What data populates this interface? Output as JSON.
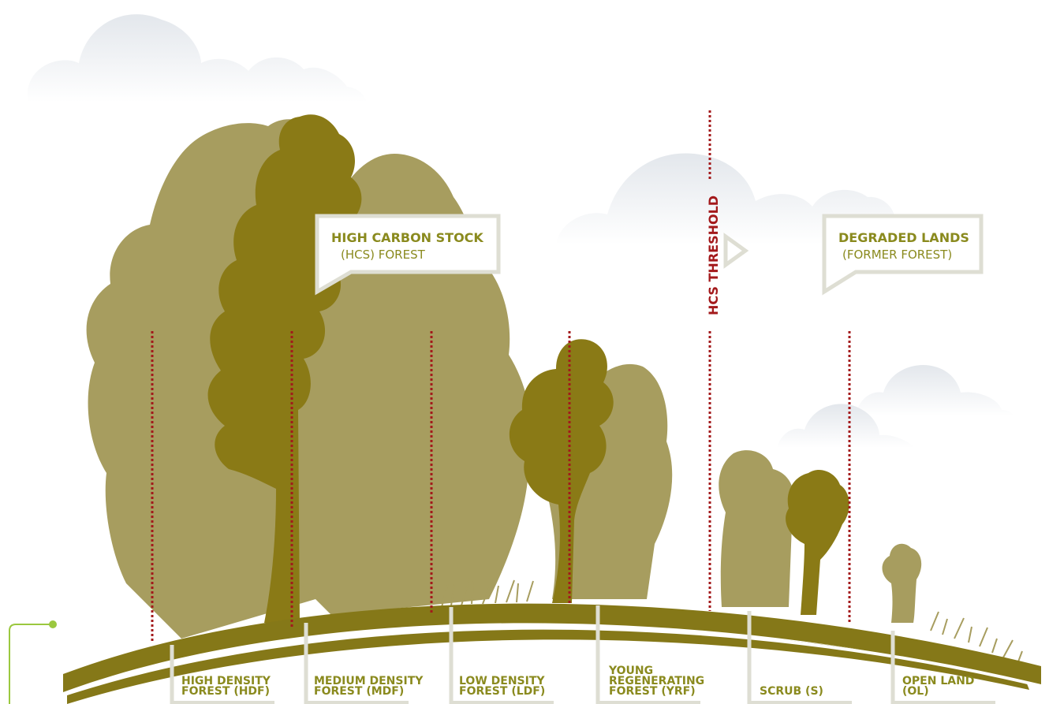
{
  "callouts": {
    "hcs_forest": {
      "title": "HIGH CARBON STOCK",
      "subtitle": "(HCS) FOREST"
    },
    "degraded": {
      "title": "DEGRADED LANDS",
      "subtitle": "(FORMER FOREST)"
    }
  },
  "threshold": {
    "label": "HCS THRESHOLD"
  },
  "categories": [
    {
      "id": "hdf",
      "lines": [
        "HIGH DENSITY",
        "FOREST (HDF)"
      ]
    },
    {
      "id": "mdf",
      "lines": [
        "MEDIUM DENSITY",
        "FOREST (MDF)"
      ]
    },
    {
      "id": "ldf",
      "lines": [
        "LOW DENSITY",
        "FOREST (LDF)"
      ]
    },
    {
      "id": "yrf",
      "lines": [
        "YOUNG",
        "REGENERATING",
        "FOREST (YRF)"
      ]
    },
    {
      "id": "s",
      "lines": [
        "SCRUB (S)"
      ]
    },
    {
      "id": "ol",
      "lines": [
        "OPEN LAND",
        "(OL)"
      ]
    }
  ],
  "colors": {
    "canopy_light": "#a79d5f",
    "canopy_dark": "#8a7a16",
    "ground": "#857818",
    "marker": "#a3191b",
    "callout_border": "#deded3",
    "label": "#8a8a1e",
    "cloud": "#e9ecf0"
  }
}
